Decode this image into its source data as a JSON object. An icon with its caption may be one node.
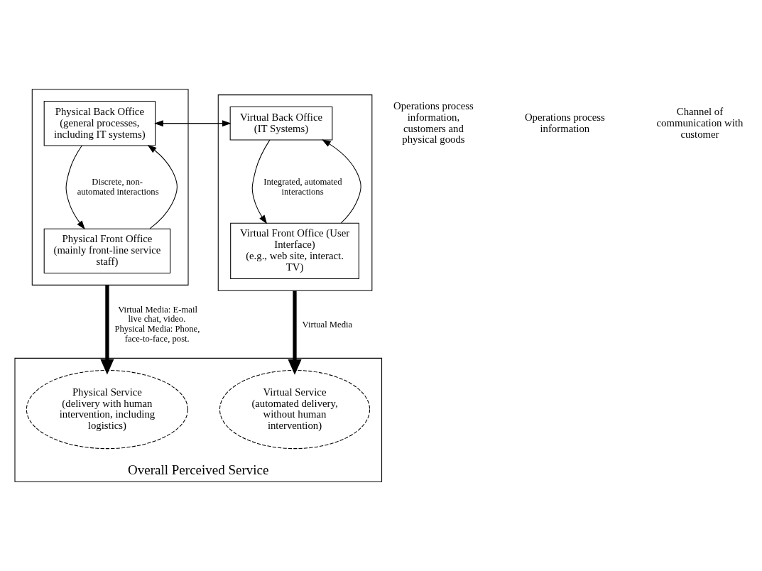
{
  "diagram": {
    "nodes": [
      {
        "text": [],
        "shape": "box"
      },
      {
        "text": [
          "Physical Back Office",
          "(general processes, including IT systems)"
        ],
        "in": 0
      },
      {
        "text": [
          "Physical Front Office",
          "(mainly front-line service staff)"
        ],
        "in": 0
      },
      {
        "text": [],
        "shape": "box"
      },
      {
        "text": [
          "Virtual Back Office",
          "(IT Systems)"
        ],
        "in": 3
      },
      {
        "text": [
          "Virtual Front Office (User Interface)",
          "(e.g., web site, interact. TV)"
        ],
        "in": 3
      },
      {
        "text": [
          "Overall Perceived Service"
        ]
      },
      {
        "text": [
          "Physical Service",
          "(delivery with human intervention, including logistics)"
        ],
        "in": 6
      },
      {
        "text": [
          "Virtual Service",
          "(automated delivery, without human intervention)"
        ],
        "in": 6
      }
    ],
    "edges": [
      {
        "from": 1,
        "to": 4,
        "arrow": "to"
      },
      {
        "from": 4,
        "to": 1,
        "arrow": "to"
      },
      {
        "from": 2,
        "to": 1,
        "arrow": "to"
      },
      {
        "from": 1,
        "to": 2,
        "arrow": "to",
        "label": "Discrete, non-automated interactions"
      },
      {
        "from": 5,
        "to": 4,
        "arrow": "to"
      },
      {
        "from": 4,
        "to": 5,
        "arrow": "to",
        "label": "Integrated, automated interactions"
      },
      {
        "from": 0,
        "to": 7,
        "arrow": "to",
        "style": "thick",
        "label": "Virtual Media: E-mail live chat, video. Physical Media: Phone, face-to-face, post."
      },
      {
        "from": 3,
        "to": 8,
        "arrow": "to",
        "style": "thick",
        "label": "Virtual Media"
      }
    ],
    "labels": [
      "Operations process information, customers and physical goods",
      "Operations process information",
      "Channel of communication with customer"
    ]
  }
}
